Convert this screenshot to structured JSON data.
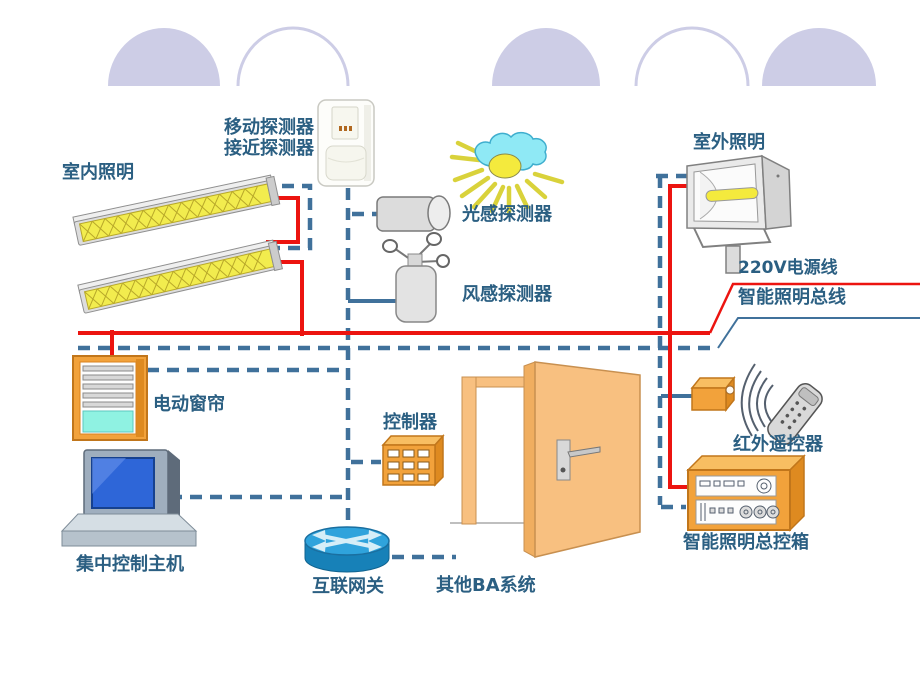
{
  "colors": {
    "power_red": "#EC1410",
    "bus_blue": "#40719B",
    "label_blue": "#2B5F82",
    "device_orange": "#F2A23B",
    "device_orange_light": "#F8BE62",
    "device_orange_dark": "#DE8A20",
    "lamp_yellow": "#F2EC4E",
    "curtain_cyan": "#8FF2E2",
    "screen_blue": "#2E66D8",
    "router_blue": "#2FA3DC",
    "dome_lavender": "#CDCDE6",
    "sun_yellow": "#F4EA3D",
    "cloud_cyan": "#8FE9F5",
    "door_orange": "#F8C080"
  },
  "labels": {
    "indoor_lighting": "室内照明",
    "motion_detector": "移动探测器",
    "proximity_detector": "接近探测器",
    "light_sensor": "光感探测器",
    "wind_sensor": "风感探测器",
    "outdoor_lighting": "室外照明",
    "power_line": "220V电源线",
    "lighting_bus": "智能照明总线",
    "motor_curtain": "电动窗帘",
    "controller": "控制器",
    "central_host": "集中控制主机",
    "internet_gateway": "互联网关",
    "other_ba_system": "其他BA系统",
    "ir_remote": "红外遥控器",
    "master_control_box": "智能照明总控箱"
  }
}
